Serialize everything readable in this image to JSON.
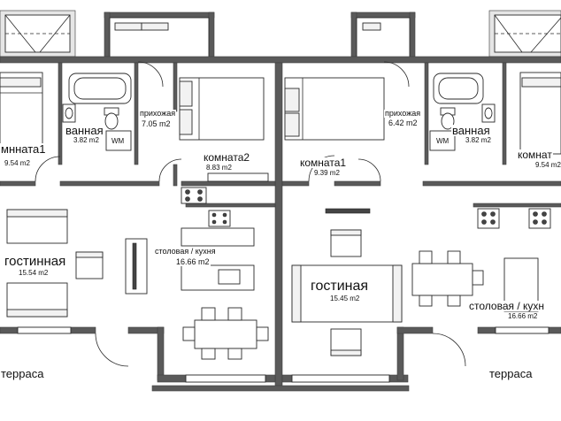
{
  "rooms": {
    "room1_left": {
      "name": "мнната1",
      "area": "9.54 m2"
    },
    "bath_left": {
      "name": "ванная",
      "area": "3.82 m2",
      "wm": "WM"
    },
    "hall_left": {
      "name": "прихожая",
      "area": "7.05 m2"
    },
    "room2_left": {
      "name": "комната2",
      "area": "8.83 m2"
    },
    "living_left": {
      "name": "гостинная",
      "area": "15.54 m2"
    },
    "kitchen_left": {
      "name": "столовая / кухня",
      "area": "16.66 m2"
    },
    "terrace_left": {
      "name": "терраса"
    },
    "room1_mid": {
      "name": "комната1",
      "area": "9.39 m2"
    },
    "hall_right": {
      "name": "прихожая",
      "area": "6.42 m2"
    },
    "bath_right": {
      "name": "ванная",
      "area": "3.82 m2",
      "wm": "WM"
    },
    "room_right": {
      "name": "комнат",
      "area": "9.54 m2"
    },
    "living_mid": {
      "name": "гостиная",
      "area": "15.45 m2"
    },
    "kitchen_right": {
      "name": "столовая / кухн",
      "area": "16.66 m2"
    },
    "terrace_right": {
      "name": "терраса"
    }
  },
  "colors": {
    "wall": "#5a5a5a",
    "fixture_stroke": "#2a2a2a",
    "background": "#ffffff"
  },
  "icons": [
    "bed-icon",
    "bathtub-icon",
    "toilet-icon",
    "sink-icon",
    "stove-icon",
    "sofa-icon",
    "armchair-icon",
    "dining-table-icon",
    "chair-icon",
    "tv-icon",
    "door-swing-icon",
    "window-icon"
  ]
}
